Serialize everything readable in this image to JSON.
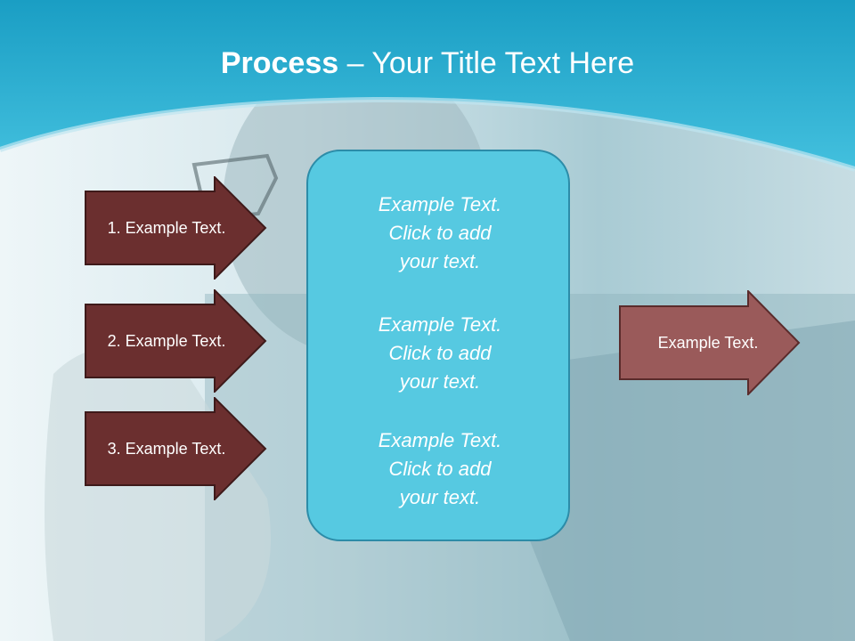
{
  "title": {
    "bold": "Process",
    "separator": " – ",
    "rest": "Your Title Text Here"
  },
  "left_arrows": [
    {
      "label": "1. Example Text."
    },
    {
      "label": "2. Example Text."
    },
    {
      "label": "3. Example Text."
    }
  ],
  "center_box": {
    "paragraphs": [
      "Example Text.\nClick  to add\nyour text.",
      "Example Text.\nClick  to add\nyour text.",
      "Example Text.\nClick  to add\nyour text."
    ]
  },
  "right_arrow": {
    "label": "Example Text."
  },
  "colors": {
    "header_blue": "#3bb8d6",
    "left_arrow_fill": "#6b2f2f",
    "right_arrow_fill": "#9a5a5a",
    "box_fill": "#56c9e1",
    "box_border": "#2c8ca8"
  }
}
